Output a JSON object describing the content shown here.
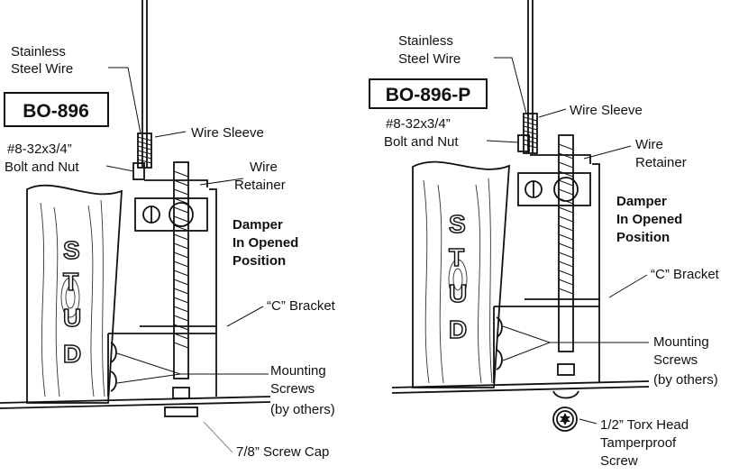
{
  "left_panel": {
    "model": "BO-896",
    "labels": {
      "wire": [
        "Stainless",
        "Steel Wire"
      ],
      "sleeve": "Wire Sleeve",
      "bolt": [
        "#8-32x3/4”",
        "Bolt and Nut"
      ],
      "retainer": [
        "Wire",
        "Retainer"
      ],
      "damper": [
        "Damper",
        "In Opened",
        "Position"
      ],
      "bracket": "“C” Bracket",
      "screws": [
        "Mounting",
        "Screws",
        "(by others)"
      ],
      "cap": "7/8” Screw Cap"
    },
    "stud": [
      "S",
      "T",
      "U",
      "D"
    ]
  },
  "right_panel": {
    "model": "BO-896-P",
    "labels": {
      "wire": [
        "Stainless",
        "Steel Wire"
      ],
      "sleeve": "Wire Sleeve",
      "bolt": [
        "#8-32x3/4”",
        "Bolt and Nut"
      ],
      "retainer": [
        "Wire",
        "Retainer"
      ],
      "damper": [
        "Damper",
        "In Opened",
        "Position"
      ],
      "bracket": "“C” Bracket",
      "screws": [
        "Mounting",
        "Screws",
        "(by others)"
      ],
      "screw": [
        "1/2” Torx Head",
        "Tamperproof",
        "Screw"
      ]
    },
    "stud": [
      "S",
      "T",
      "U",
      "D"
    ]
  }
}
